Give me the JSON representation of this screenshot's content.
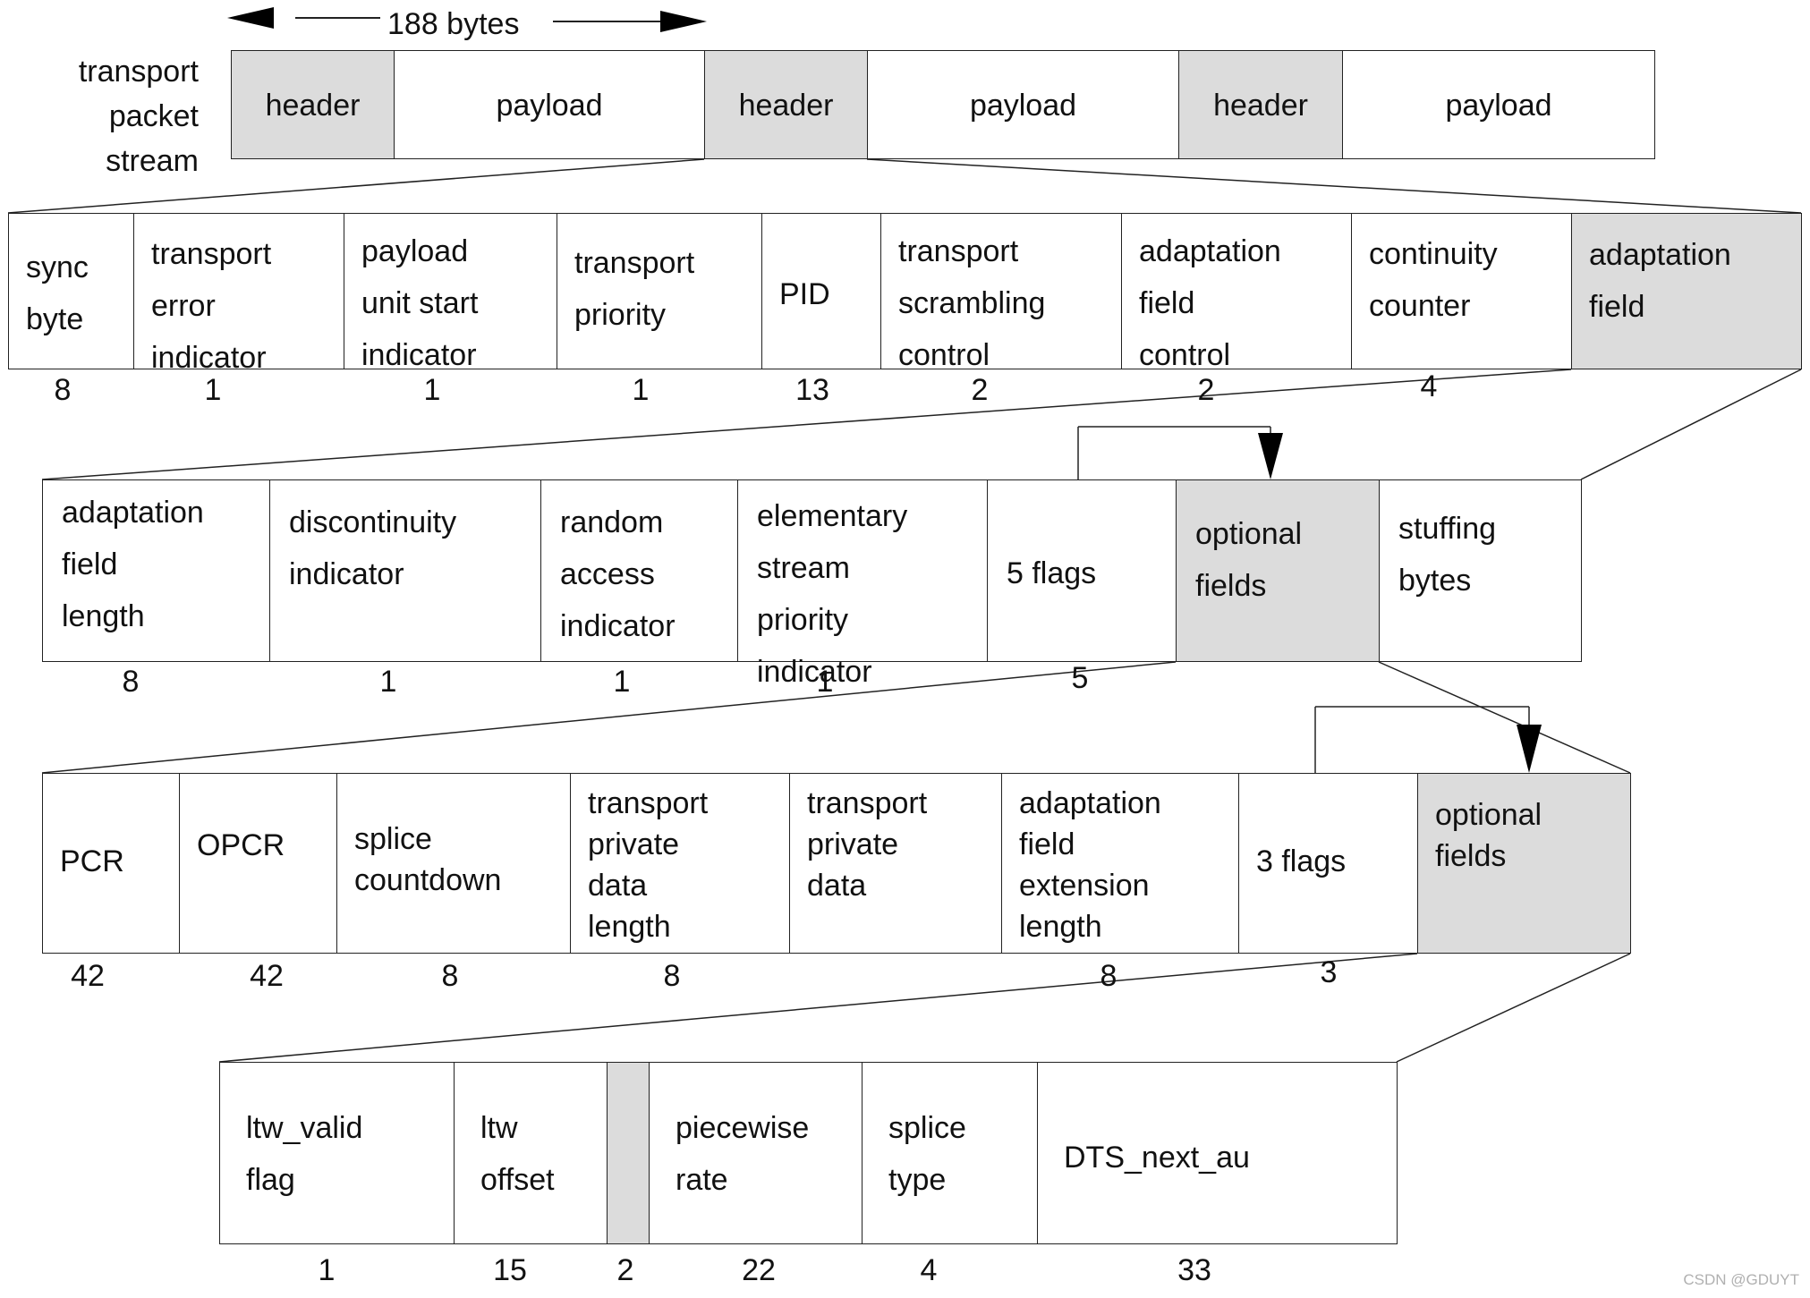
{
  "top": {
    "size_label": "188 bytes",
    "stream_label": [
      "transport",
      "packet",
      "stream"
    ],
    "cells": [
      {
        "label": "header",
        "grey": true
      },
      {
        "label": "payload",
        "grey": false
      },
      {
        "label": "header",
        "grey": true
      },
      {
        "label": "payload",
        "grey": false
      },
      {
        "label": "header",
        "grey": true
      },
      {
        "label": "payload",
        "grey": false
      }
    ]
  },
  "row1": [
    {
      "lines": [
        "sync",
        "byte"
      ],
      "bits": "8"
    },
    {
      "lines": [
        "transport",
        "error",
        "indicator"
      ],
      "bits": "1"
    },
    {
      "lines": [
        "payload",
        "unit start",
        "indicator"
      ],
      "bits": "1"
    },
    {
      "lines": [
        "transport",
        "priority"
      ],
      "bits": "1"
    },
    {
      "lines": [
        "PID"
      ],
      "bits": "13"
    },
    {
      "lines": [
        "transport",
        "scrambling",
        "control"
      ],
      "bits": "2"
    },
    {
      "lines": [
        "adaptation",
        "field",
        "control"
      ],
      "bits": "2"
    },
    {
      "lines": [
        "continuity",
        "counter"
      ],
      "bits": "4"
    },
    {
      "lines": [
        "adaptation",
        "field"
      ],
      "bits": "",
      "grey": true
    }
  ],
  "row2": [
    {
      "lines": [
        "adaptation",
        "field",
        "length"
      ],
      "bits": "8"
    },
    {
      "lines": [
        "discontinuity",
        "indicator"
      ],
      "bits": "1"
    },
    {
      "lines": [
        "random",
        "access",
        "indicator"
      ],
      "bits": "1"
    },
    {
      "lines": [
        "elementary",
        "stream",
        "priority",
        "indicator"
      ],
      "bits": "1"
    },
    {
      "lines": [
        "5 flags"
      ],
      "bits": "5"
    },
    {
      "lines": [
        "optional",
        "fields"
      ],
      "bits": "",
      "grey": true
    },
    {
      "lines": [
        "stuffing",
        "bytes"
      ],
      "bits": ""
    }
  ],
  "row3": [
    {
      "lines": [
        "PCR"
      ],
      "bits": "42"
    },
    {
      "lines": [
        "OPCR"
      ],
      "bits": "42"
    },
    {
      "lines": [
        "splice",
        "countdown"
      ],
      "bits": "8"
    },
    {
      "lines": [
        "transport",
        "private",
        "data",
        "length"
      ],
      "bits": "8"
    },
    {
      "lines": [
        "transport",
        "private",
        "data"
      ],
      "bits": ""
    },
    {
      "lines": [
        "adaptation",
        "field",
        "extension",
        "length"
      ],
      "bits": "8"
    },
    {
      "lines": [
        "3 flags"
      ],
      "bits": "3"
    },
    {
      "lines": [
        "optional",
        "fields"
      ],
      "bits": "",
      "grey": true
    }
  ],
  "row4": [
    {
      "lines": [
        "ltw_valid",
        "flag"
      ],
      "bits": "1"
    },
    {
      "lines": [
        "ltw",
        "offset"
      ],
      "bits": "15"
    },
    {
      "lines": [],
      "bits": "2",
      "grey": true
    },
    {
      "lines": [
        "piecewise",
        "rate"
      ],
      "bits": "22"
    },
    {
      "lines": [
        "splice",
        "type"
      ],
      "bits": "4"
    },
    {
      "lines": [
        "DTS_next_au"
      ],
      "bits": "33"
    }
  ],
  "credit": "CSDN @GDUYT",
  "colors": {
    "line": "#222222",
    "grey_fill": "#dcdcdc"
  }
}
